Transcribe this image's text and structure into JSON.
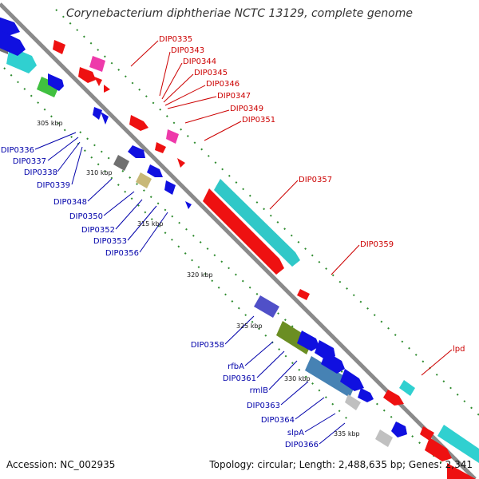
{
  "title": "Corynebacterium diphtheriae NCTC 13129, complete genome",
  "footer": {
    "accession": "Accession: NC_002935",
    "topology": "Topology: circular; Length: 2,488,635 bp; Genes: 2,341"
  },
  "colors": {
    "backbone": "#8a8a8a",
    "forward_label": "#cc0000",
    "reverse_label": "#0000aa",
    "tick": "#2e8b2e"
  },
  "kbp_ticks": [
    "305 kbp",
    "310 kbp",
    "315 kbp",
    "320 kbp",
    "325 kbp",
    "330 kbp",
    "335 kbp"
  ],
  "forward_labels": [
    "DIP0335",
    "DIP0343",
    "DIP0344",
    "DIP0345",
    "DIP0346",
    "DIP0347",
    "DIP0349",
    "DIP0351",
    "DIP0357",
    "DIP0359",
    "lpd"
  ],
  "reverse_labels": [
    "DIP0336",
    "DIP0337",
    "DIP0338",
    "DIP0339",
    "DIP0348",
    "DIP0350",
    "DIP0352",
    "DIP0353",
    "DIP0356",
    "DIP0358",
    "rfbA",
    "DIP0361",
    "rmlB",
    "DIP0363",
    "DIP0364",
    "slpA",
    "DIP0366"
  ]
}
